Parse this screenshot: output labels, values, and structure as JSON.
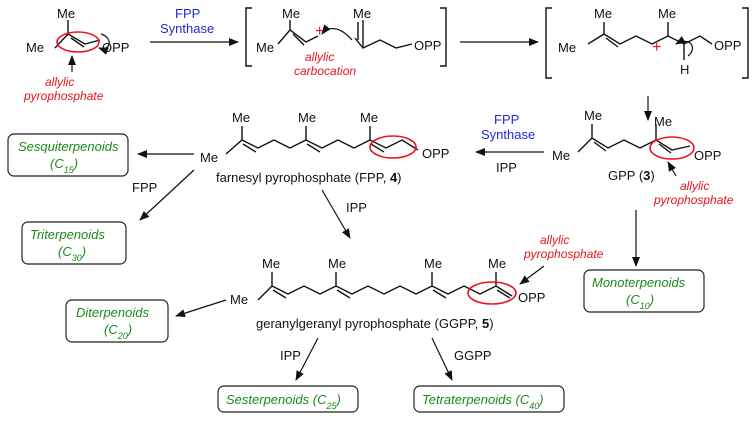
{
  "labels": {
    "me": "Me",
    "opp": "OPP",
    "h": "H",
    "plus": "+"
  },
  "enzymes": {
    "line1": "FPP",
    "line2": "Synthase"
  },
  "annotations": {
    "allylic_pp": {
      "line1": "allylic",
      "line2": "pyrophosphate"
    },
    "carbocation": {
      "line1": "allylic",
      "line2": "carbocation"
    }
  },
  "reagents": {
    "ipp": "IPP",
    "fpp": "FPP",
    "ggpp": "GGPP"
  },
  "compounds": {
    "gpp": {
      "name": "GPP",
      "number": "3"
    },
    "fpp": {
      "name": "farnesyl pyrophosphate (FPP",
      "number": "4"
    },
    "ggpp": {
      "name": "geranylgeranyl pyrophosphate (GGPP",
      "number": "5"
    }
  },
  "products": {
    "sesquiterpenoids": {
      "name": "Sesquiterpenoids",
      "c": "C",
      "n": "15"
    },
    "triterpenoids": {
      "name": "Triterpenoids",
      "c": "C",
      "n": "30"
    },
    "diterpenoids": {
      "name": "Diterpenoids",
      "c": "C",
      "n": "20"
    },
    "monoterpenoids": {
      "name": "Monoterpenoids",
      "c": "C",
      "n": "10"
    },
    "sesterpenoids": {
      "name": "Sesterpenoids",
      "c": "C",
      "n": "25"
    },
    "tetraterpenoids": {
      "name": "Tetraterpenoids",
      "c": "C",
      "n": "40"
    }
  },
  "colors": {
    "enzyme": "#1f2ad6",
    "annotation": "#e8141c",
    "product": "#1a8a1a"
  }
}
